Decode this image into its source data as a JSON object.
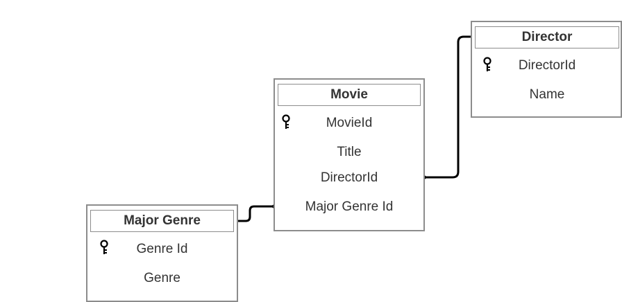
{
  "entities": {
    "movie": {
      "title": "Movie",
      "fields": [
        "MovieId",
        "Title",
        "DirectorId",
        "Major Genre Id"
      ]
    },
    "director": {
      "title": "Director",
      "fields": [
        "DirectorId",
        "Name"
      ]
    },
    "major_genre": {
      "title": "Major Genre",
      "fields": [
        "Genre Id",
        "Genre"
      ]
    }
  },
  "icons": {
    "primary_key": "key-icon"
  },
  "colors": {
    "border": "#8c8c8c",
    "text": "#333333",
    "connector": "#000000"
  }
}
